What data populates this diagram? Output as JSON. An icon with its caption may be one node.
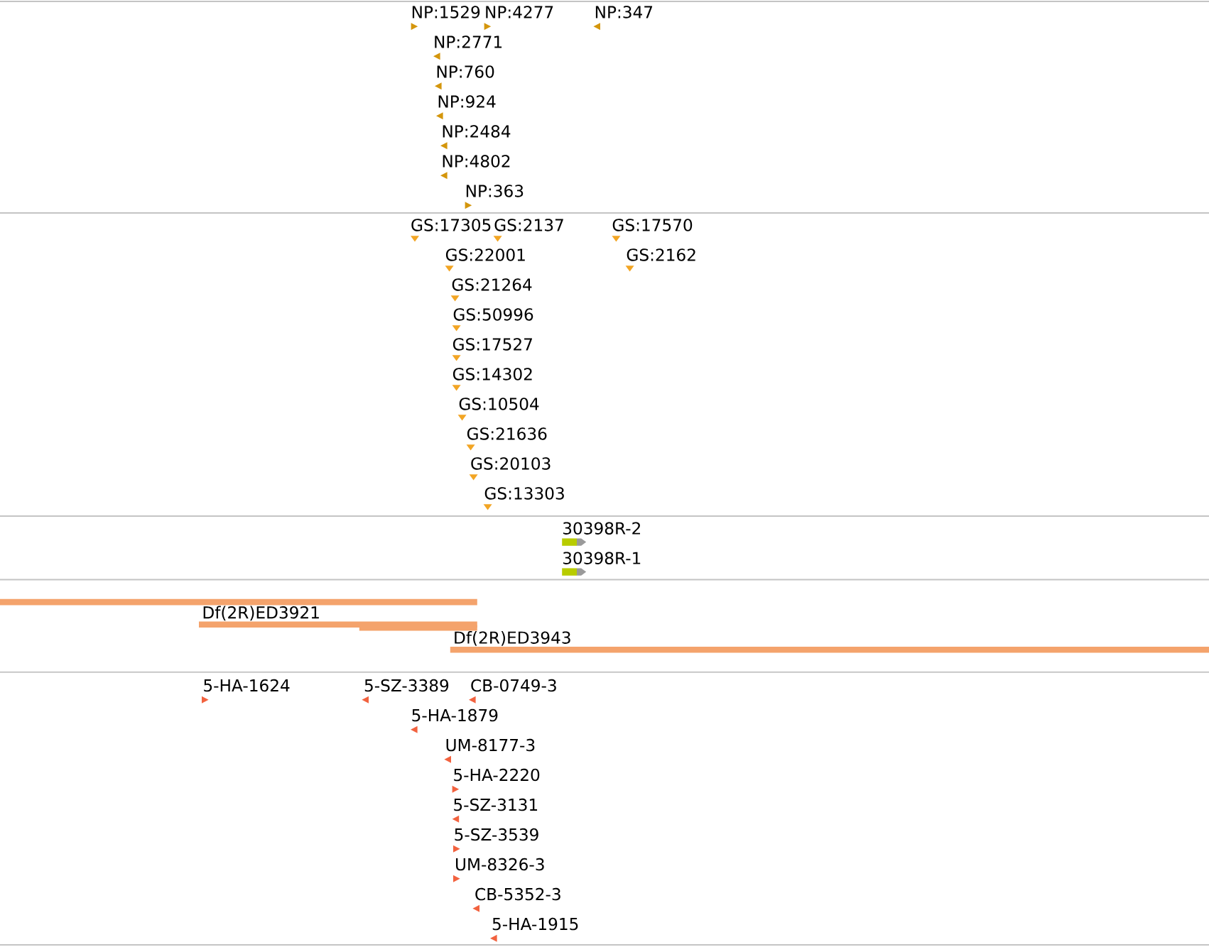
{
  "diagram": {
    "nodes": [
      {
        "text": [
          "NP:1529"
        ]
      },
      {
        "text": [
          "NP:4277"
        ]
      },
      {
        "text": [
          "NP:347"
        ]
      },
      {
        "text": [
          "NP:2771"
        ]
      },
      {
        "text": [
          "NP:760"
        ]
      },
      {
        "text": [
          "NP:924"
        ]
      },
      {
        "text": [
          "NP:2484"
        ]
      },
      {
        "text": [
          "NP:4802"
        ]
      },
      {
        "text": [
          "NP:363"
        ]
      },
      {
        "text": [
          "GS:17305"
        ]
      },
      {
        "text": [
          "GS:2137"
        ]
      },
      {
        "text": [
          "GS:17570"
        ]
      },
      {
        "text": [
          "GS:22001"
        ]
      },
      {
        "text": [
          "GS:2162"
        ]
      },
      {
        "text": [
          "GS:21264"
        ]
      },
      {
        "text": [
          "GS:50996"
        ]
      },
      {
        "text": [
          "GS:17527"
        ]
      },
      {
        "text": [
          "GS:14302"
        ]
      },
      {
        "text": [
          "GS:10504"
        ]
      },
      {
        "text": [
          "GS:21636"
        ]
      },
      {
        "text": [
          "GS:20103"
        ]
      },
      {
        "text": [
          "GS:13303"
        ]
      },
      {
        "text": [
          "30398R-2"
        ]
      },
      {
        "text": [
          "30398R-1"
        ]
      },
      {
        "text": [],
        "shape": "bar"
      },
      {
        "text": [
          "Df(2R)ED3921"
        ]
      },
      {
        "text": [],
        "shape": "bar"
      },
      {
        "text": [
          "Df(2R)ED3943"
        ]
      },
      {
        "text": [
          "5-HA-1624"
        ]
      },
      {
        "text": [
          "5-SZ-3389"
        ]
      },
      {
        "text": [
          "CB-0749-3"
        ]
      },
      {
        "text": [
          "5-HA-1879"
        ]
      },
      {
        "text": [
          "UM-8177-3"
        ]
      },
      {
        "text": [
          "5-HA-2220"
        ]
      },
      {
        "text": [
          "5-SZ-3131"
        ]
      },
      {
        "text": [
          "5-SZ-3539"
        ]
      },
      {
        "text": [
          "UM-8326-3"
        ]
      },
      {
        "text": [
          "CB-5352-3"
        ]
      },
      {
        "text": [
          "5-HA-1915"
        ]
      }
    ]
  }
}
